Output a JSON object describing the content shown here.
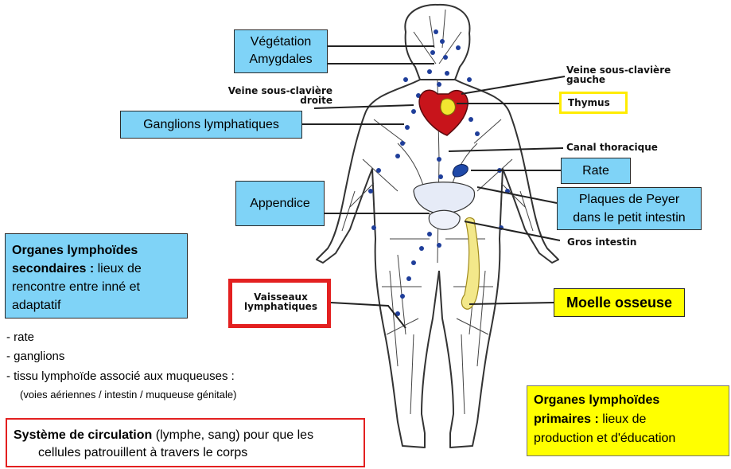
{
  "labels": {
    "vegetation": "Végétation",
    "amygdales": "Amygdales",
    "ganglions": "Ganglions lymphatiques",
    "appendice": "Appendice",
    "rate": "Rate",
    "peyer_line1": "Plaques de Peyer",
    "peyer_line2": "dans le petit intestin",
    "moelle": "Moelle osseuse"
  },
  "image_labels": {
    "veine_droite_line1": "Veine sous-clavière",
    "veine_droite_line2": "droite",
    "veine_gauche_line1": "Veine sous-clavière",
    "veine_gauche_line2": "gauche",
    "thymus": "Thymus",
    "canal": "Canal thoracique",
    "gros_intestin": "Gros intestin",
    "vaisseaux_line1": "Vaisseaux",
    "vaisseaux_line2": "lymphatiques"
  },
  "secondary": {
    "title_line1": "Organes lymphoïdes",
    "title_line2_bold": "secondaires :",
    "title_line2_rest": " lieux de",
    "line3": "rencontre entre inné et",
    "line4": "adaptatif"
  },
  "list": {
    "item1": "- rate",
    "item2": "- ganglions",
    "item3": "- tissu lymphoïde associé aux muqueuses :",
    "item3_sub": "(voies aériennes / intestin / muqueuse génitale)"
  },
  "circulation": {
    "bold": "Système de circulation",
    "rest": " (lymphe, sang) pour que les",
    "line2": "cellules patrouillent à travers le corps"
  },
  "primary": {
    "title_line1": "Organes lymphoïdes",
    "title_line2_bold": "primaires :",
    "title_line2_rest": " lieux de",
    "line3": "production et d'éducation"
  },
  "colors": {
    "blue_box": "#7fd3f7",
    "yellow_box": "#ffff00",
    "red_border": "#e32020",
    "lymph_node": "#1f3e9a",
    "heart": "#c8141b",
    "thymus": "#f2e630",
    "bone": "#f3e88a",
    "spleen": "#1f49a8"
  }
}
